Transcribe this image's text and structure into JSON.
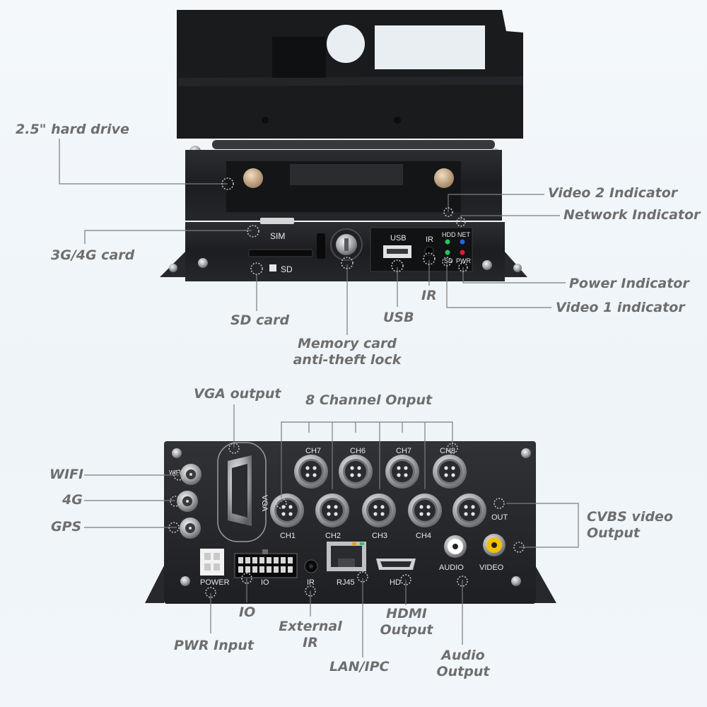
{
  "front_callouts": {
    "hard_drive": "2.5\" hard drive",
    "video2_indicator": "Video 2 Indicator",
    "network_indicator": "Network Indicator",
    "sim_card": "3G/4G card",
    "power_indicator": "Power Indicator",
    "video1_indicator": "Video 1 indicator",
    "ir": "IR",
    "sd_card": "SD card",
    "usb": "USB",
    "lock_line1": "Memory card",
    "lock_line2": "anti-theft lock"
  },
  "front_panel_labels": {
    "sim": "SIM",
    "sd": "SD",
    "usb": "USB",
    "ir": "IR",
    "hdd": "HDD",
    "net": "NET",
    "sd_led": "SD",
    "pwr": "PWR"
  },
  "rear_callouts": {
    "vga_output": "VGA output",
    "channel_input": "8 Channel Onput",
    "wifi": "WIFI",
    "g4": "4G",
    "gps": "GPS",
    "cvbs_line1": "CVBS video",
    "cvbs_line2": "Output",
    "io": "IO",
    "pwr_input": "PWR Input",
    "external_ir_line1": "External",
    "external_ir_line2": "IR",
    "hdmi_line1": "HDMI",
    "hdmi_line2": "Output",
    "lan": "LAN/IPC",
    "audio_line1": "Audio",
    "audio_line2": "Output"
  },
  "rear_panel_labels": {
    "vga": "VGA",
    "wifi_tag": "WIFI",
    "ch_top": [
      "CH7",
      "CH6",
      "CH7",
      "CH8"
    ],
    "ch_bottom": [
      "CH1",
      "CH2",
      "CH3",
      "CH4"
    ],
    "out": "OUT",
    "power": "POWER",
    "io": "IO",
    "ir": "IR",
    "rj45": "RJ45",
    "hd": "HD",
    "audio": "AUDIO",
    "video": "VIDEO"
  },
  "colors": {
    "led_hdd": "#22c55e",
    "led_net": "#2563eb",
    "led_sd": "#22c55e",
    "led_pwr": "#e11d2a",
    "rca_video": "#f2c200",
    "rca_audio": "#ffffff"
  }
}
